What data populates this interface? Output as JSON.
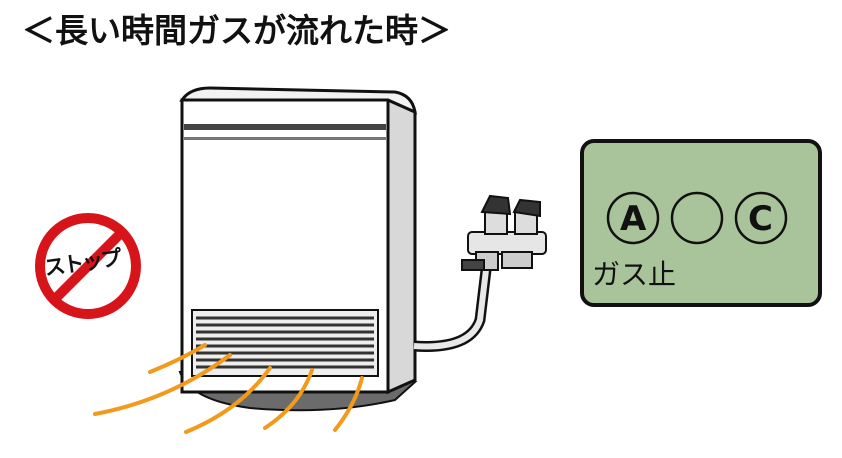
{
  "title": "＜長い時間ガスが流れた時＞",
  "stop_sign": {
    "text": "ストップ",
    "color": "#d7141a"
  },
  "display": {
    "indicators": [
      "A",
      "",
      "C"
    ],
    "status_text": "ガス止",
    "background": "#a9c49a"
  },
  "heat_wave_color": "#f29a1c"
}
